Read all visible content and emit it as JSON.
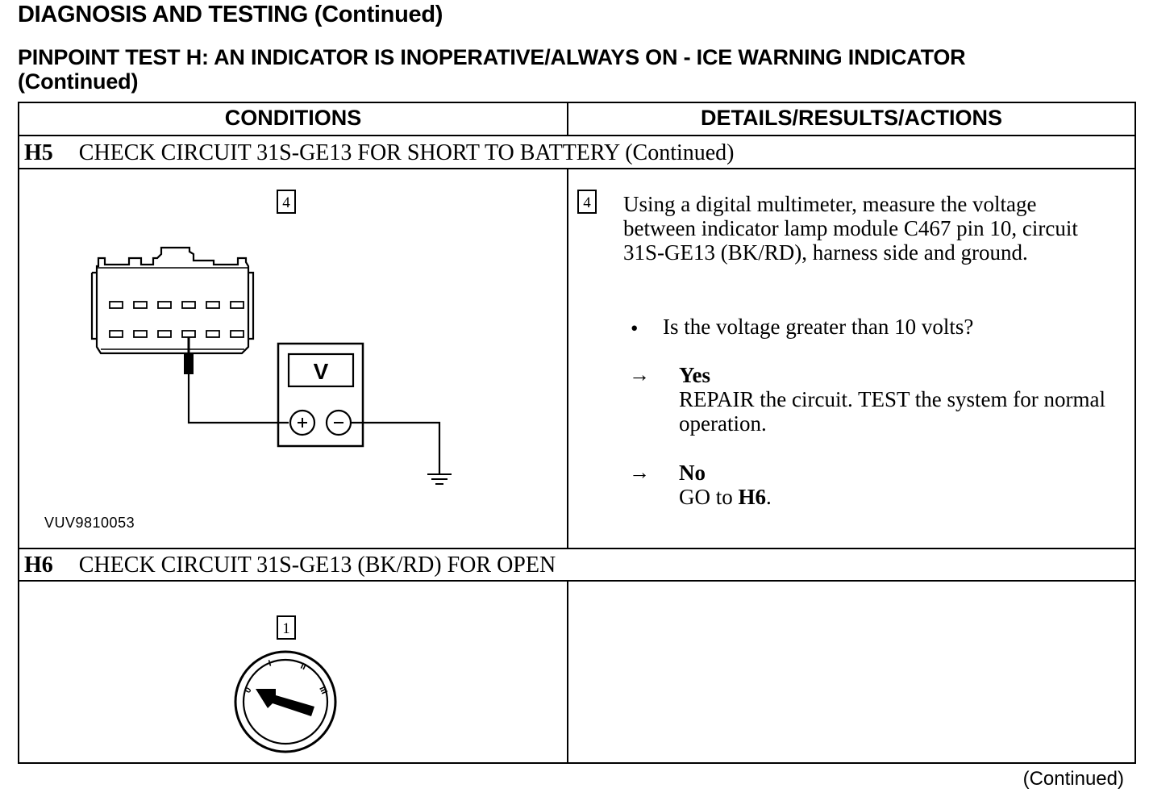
{
  "header": {
    "title": "DIAGNOSIS AND TESTING (Continued)",
    "test_title_line1": "PINPOINT TEST H:  AN INDICATOR IS INOPERATIVE/ALWAYS ON - ICE WARNING INDICATOR",
    "test_title_line2": "(Continued)"
  },
  "table": {
    "col_conditions": "CONDITIONS",
    "col_details": "DETAILS/RESULTS/ACTIONS"
  },
  "step_h5": {
    "id": "H5",
    "title": "CHECK CIRCUIT 31S-GE13 FOR SHORT TO BATTERY (Continued)",
    "substep_number": "4",
    "figure_code": "VUV9810053",
    "meter_label": "V",
    "instruction": "Using a digital multimeter, measure the voltage between indicator lamp module C467 pin 10, circuit 31S-GE13 (BK/RD), harness side and ground.",
    "question": "Is the voltage greater than 10 volts?",
    "bullet": "•",
    "arrow": "→",
    "yes_label": "Yes",
    "yes_action": "REPAIR the circuit. TEST the system for normal operation.",
    "no_label": "No",
    "no_action_prefix": "GO to ",
    "no_action_target": "H6",
    "no_action_suffix": "."
  },
  "step_h6": {
    "id": "H6",
    "title": "CHECK CIRCUIT 31S-GE13 (BK/RD) FOR OPEN",
    "substep_number": "1",
    "ignition_positions": [
      "0",
      "I",
      "II",
      "III"
    ]
  },
  "footer": {
    "continued": "(Continued)"
  }
}
